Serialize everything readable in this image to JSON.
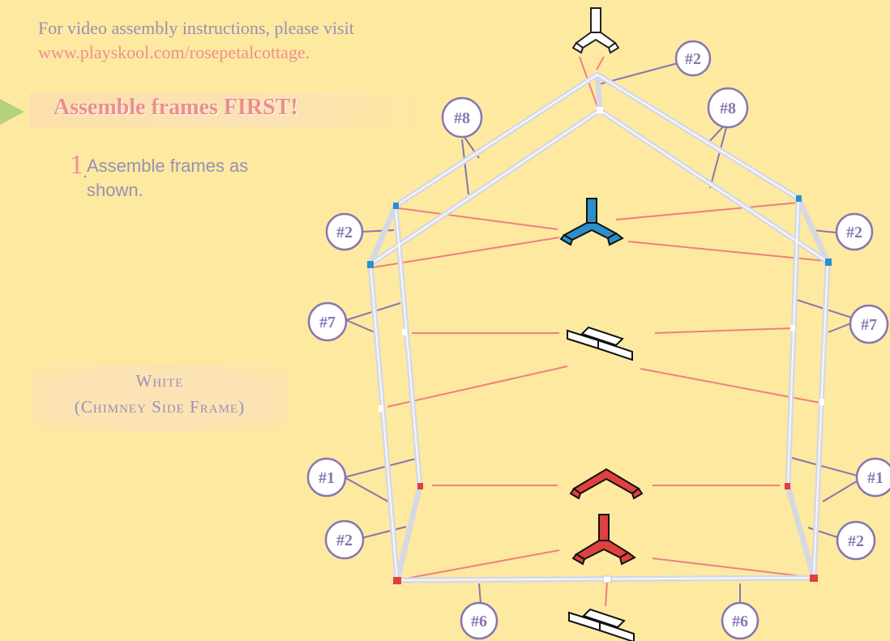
{
  "intro": {
    "line1": "For video assembly instructions, please visit",
    "url": "www.playskool.com/rosepetalcottage."
  },
  "banner": {
    "text": "Assemble frames FIRST!"
  },
  "step": {
    "number": "1",
    "text": "Assemble frames as shown."
  },
  "frame_label": {
    "line1": "White",
    "line2": "(Chimney Side Frame)"
  },
  "callouts": {
    "top_peak": "#2",
    "upper_left_roof": "#8",
    "upper_right_roof": "#8",
    "left_eave": "#2",
    "right_eave": "#2",
    "left_wall_upper": "#7",
    "right_wall_upper": "#7",
    "left_wall_lower": "#1",
    "right_wall_lower": "#1",
    "left_base_corner": "#2",
    "right_base_corner": "#2",
    "bottom_left": "#6",
    "bottom_right": "#6"
  },
  "colors": {
    "background": "#fde9a0",
    "callout_stroke": "#8876b0",
    "leader_line": "#f07f82",
    "connector_blue": "#2c8fcc",
    "connector_red": "#e0403f",
    "connector_white": "#ffffff",
    "tube": "#e4e6ee"
  }
}
